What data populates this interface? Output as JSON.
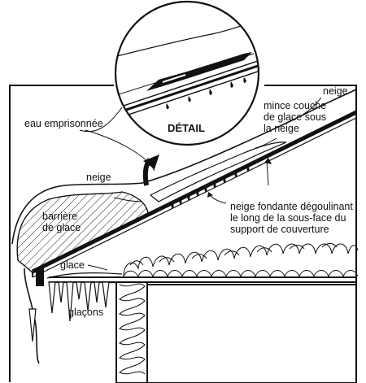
{
  "labels": {
    "detail": "DÉTAIL",
    "trapped_water": "eau emprisonnée",
    "snow_top": "neige",
    "thin_ice_line1": "mince couche",
    "thin_ice_line2": "de glace sous",
    "thin_ice_line3": "la neige",
    "snow_left": "neige",
    "ice_dam_line1": "barrière",
    "ice_dam_line2": "de glace",
    "melting_line1": "neige fondante dégoulinant",
    "melting_line2": "le long de la sous-face du",
    "melting_line3": "support de couverture",
    "ice": "glace",
    "icicles": "glaçons"
  }
}
